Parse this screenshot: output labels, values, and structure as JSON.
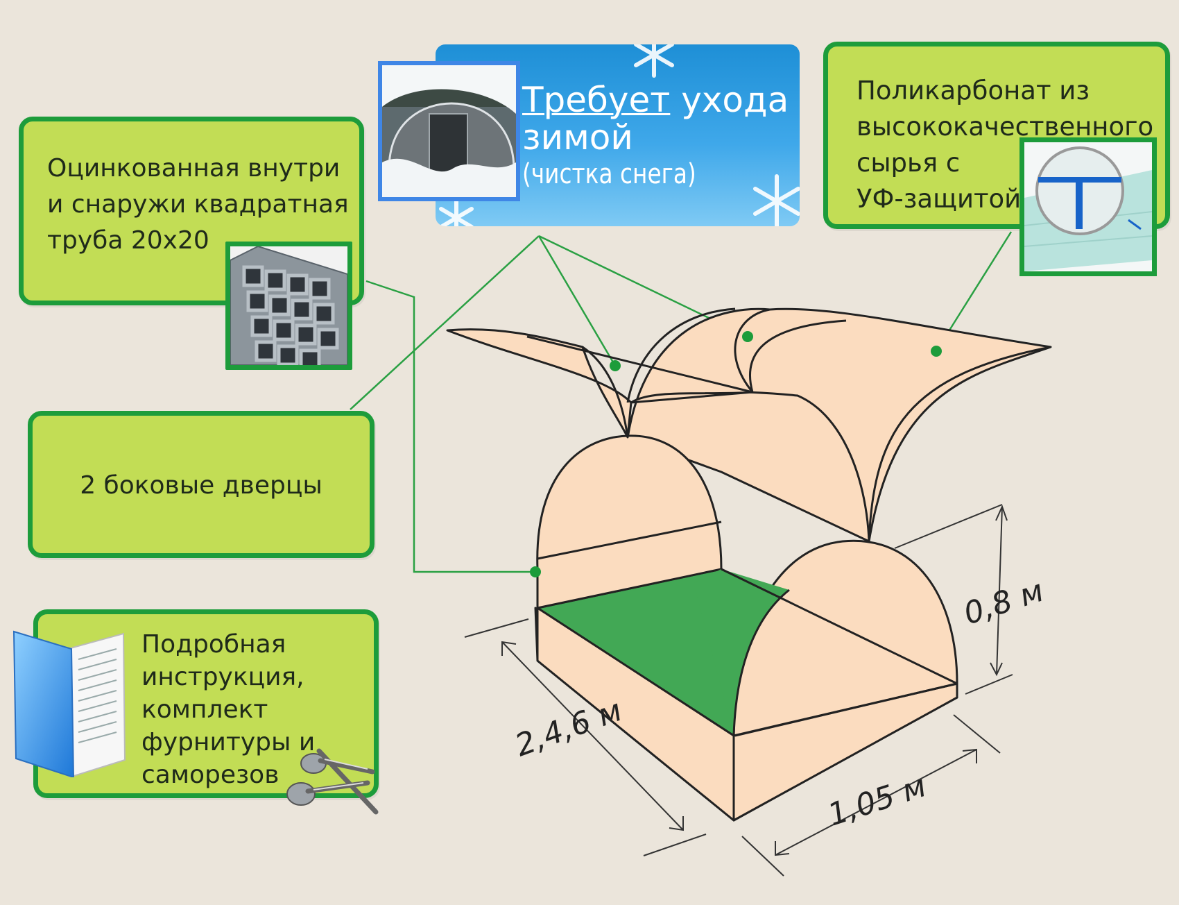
{
  "callouts": {
    "pipe": {
      "text": "Оцинкованная внутри\nи снаружи квадратная\nтруба 20х20"
    },
    "doors": {
      "text": "2 боковые дверцы"
    },
    "kit": {
      "text": "Подробная\nинструкция,\nкомплект\nфурнитуры и\nсаморезов"
    },
    "poly": {
      "text": "Поликарбонат из\nвысококачественного\nсырья с\nУФ-защитой"
    }
  },
  "winter": {
    "line1_a": "Требует",
    "line1_b": " ухода",
    "line2": "зимой",
    "line3": "(чистка снега)"
  },
  "dimensions": {
    "length": "2,4,6 м",
    "width": "1,05 м",
    "height": "0,8 м"
  },
  "colors": {
    "box_fill": "#c2dd55",
    "box_border": "#1d9c3b",
    "cover_fill": "#fbdcbf",
    "floor_fill": "#42a855",
    "leader": "#2aa043",
    "background": "#ebe5db"
  },
  "icons": {
    "book": "book-icon",
    "screws": "screws-icon",
    "snowflake": "snowflake-icon"
  }
}
